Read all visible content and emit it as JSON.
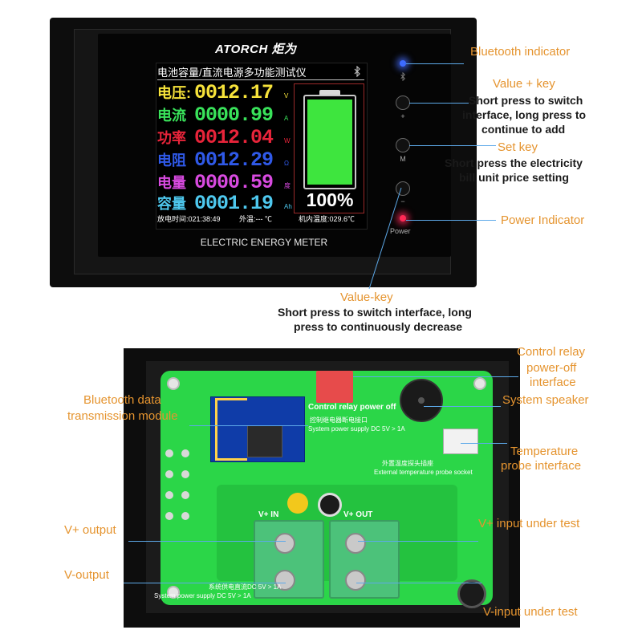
{
  "device": {
    "brand": "ATORCH 炬为",
    "lcd_title": "电池容量/直流电源多功能测试仪",
    "readings": [
      {
        "label": "电压:",
        "value": "0012.17",
        "unit": "V",
        "color": "#f6e23a"
      },
      {
        "label": "电流",
        "value": "0000.99",
        "unit": "A",
        "color": "#39e25a"
      },
      {
        "label": "功率",
        "value": "0012.04",
        "unit": "W",
        "color": "#e8243a"
      },
      {
        "label": "电阻",
        "value": "0012.29",
        "unit": "Ω",
        "color": "#2f59e8"
      },
      {
        "label": "电量",
        "value": "0000.59",
        "unit": "度",
        "color": "#d84ae0"
      },
      {
        "label": "容量",
        "value": "0001.19",
        "unit": "Ah",
        "color": "#4ec8ee"
      }
    ],
    "battery_percent_text": "100%",
    "battery_level": 1.0,
    "discharge_time": "放电时间:021:38:49",
    "external_temp": "外温:--- ℃",
    "internal_temp": "机内温度:029.6℃",
    "footer": "ELECTRIC ENERGY METER",
    "keys": {
      "plus": "+",
      "m": "M",
      "minus": "−"
    },
    "power_label": "Power"
  },
  "callouts_top": {
    "bluetooth_indicator": "Bluetooth indicator",
    "value_plus_key": "Value + key",
    "value_plus_desc": [
      "Short press to switch",
      "interface, long press to",
      "continue to add"
    ],
    "set_key": "Set key",
    "set_key_desc": [
      "Short press the electricity",
      "bill unit price setting"
    ],
    "power_indicator": "Power Indicator",
    "value_minus_key": "Value-key",
    "value_minus_desc": [
      "Short press to switch interface, long",
      "press to continuously decrease"
    ]
  },
  "callouts_bottom": {
    "control_relay": [
      "Control relay",
      "power-off",
      "interface"
    ],
    "bluetooth_module": [
      "Bluetooth data",
      "transmission module"
    ],
    "system_speaker": "System speaker",
    "temperature_probe": [
      "Temperature",
      "probe interface"
    ],
    "v_plus_output": "V+ output",
    "v_plus_input": "V+ input under test",
    "v_minus_output": "V-output",
    "v_minus_input": "V-input under test"
  },
  "pcb": {
    "relay_text": "Control relay power off",
    "relay_text_cn": "控制继电器断电接口",
    "relay_supply": "System power supply DC 5V > 1A",
    "temp_text_cn": "外置温度探头插座",
    "temp_text": "External temperature probe socket",
    "vin_label": "V+ IN",
    "vout_label": "V+ OUT",
    "supply_cn": "系统供电直流DC 5V > 1A",
    "supply": "System power supply DC 5V > 1A"
  },
  "colors": {
    "callout_title": "#e5942f",
    "callout_line": "#5da9e9",
    "pcb_green": "#2bd648",
    "bt_led": "#3d6bff",
    "power_led": "#ff2a55"
  }
}
